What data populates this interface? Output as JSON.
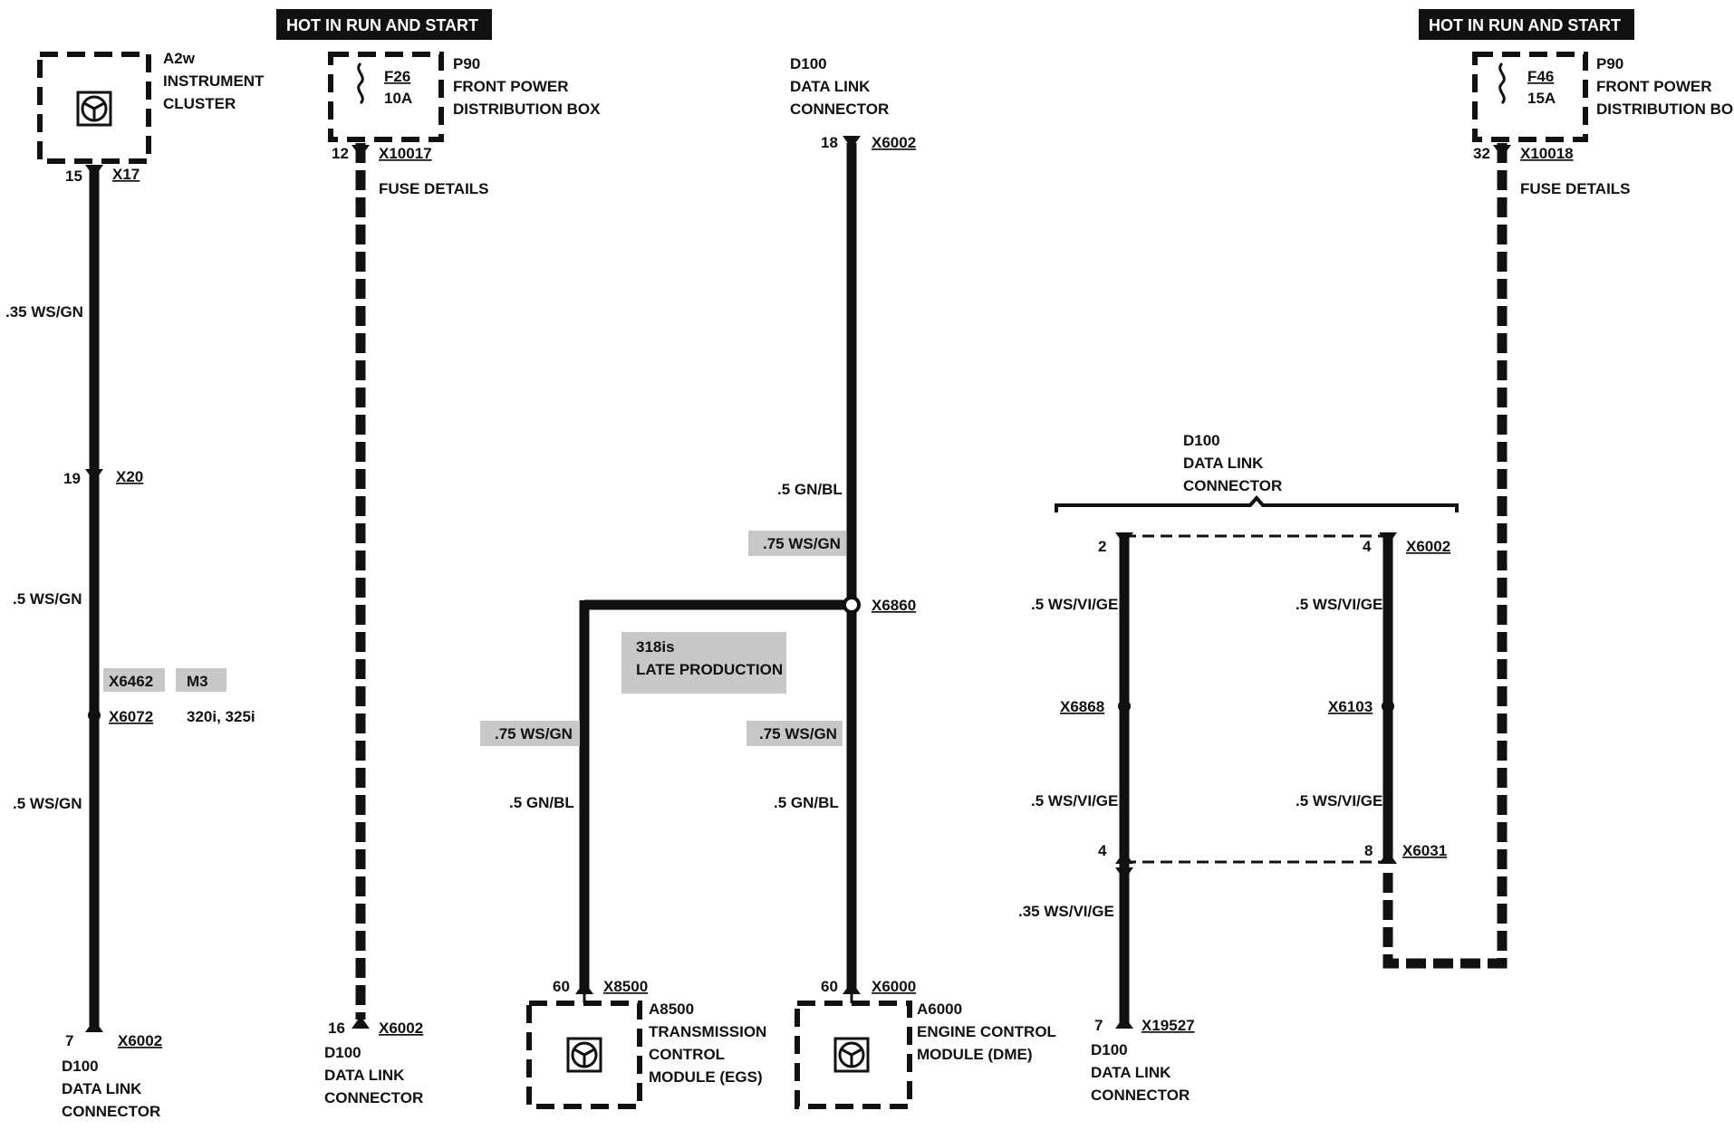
{
  "banners": [
    "HOT IN RUN AND START",
    "HOT IN RUN AND START"
  ],
  "cluster": {
    "id": "A2w",
    "l1": "INSTRUMENT",
    "l2": "CLUSTER",
    "pin_top": "15",
    "conn_top": "X17",
    "wire1": ".35 WS/GN",
    "pin_mid": "19",
    "conn_mid": "X20",
    "wire2": ".5 WS/GN",
    "alt_conn": "X6462",
    "alt_model": "M3",
    "splice": "X6072",
    "models": "320i, 325i",
    "wire3": ".5 WS/GN",
    "pin_bot": "7",
    "conn_bot": "X6002",
    "dl_id": "D100",
    "dl_l1": "DATA LINK",
    "dl_l2": "CONNECTOR"
  },
  "fuse1": {
    "fuse": "F26",
    "amp": "10A",
    "pdb_id": "P90",
    "pdb_l1": "FRONT POWER",
    "pdb_l2": "DISTRIBUTION BOX",
    "pin_top": "12",
    "conn_top": "X10017",
    "details": "FUSE DETAILS",
    "pin_bot": "16",
    "conn_bot": "X6002",
    "dl_id": "D100",
    "dl_l1": "DATA LINK",
    "dl_l2": "CONNECTOR"
  },
  "dlc_mid": {
    "id": "D100",
    "l1": "DATA LINK",
    "l2": "CONNECTOR",
    "pin": "18",
    "conn": "X6002",
    "wire_a": ".5 GN/BL",
    "wire_a_alt": ".75 WS/GN",
    "splice": "X6860",
    "note1": "318is",
    "note2": "LATE PRODUCTION",
    "wire_tcm_alt": ".75 WS/GN",
    "wire_tcm": ".5 GN/BL",
    "wire_ecm_alt": ".75 WS/GN",
    "wire_ecm": ".5 GN/BL"
  },
  "tcm": {
    "pin": "60",
    "conn": "X8500",
    "id": "A8500",
    "l1": "TRANSMISSION",
    "l2": "CONTROL",
    "l3": "MODULE (EGS)"
  },
  "ecm": {
    "pin": "60",
    "conn": "X6000",
    "id": "A6000",
    "l1": "ENGINE CONTROL",
    "l2": "MODULE (DME)"
  },
  "dlc_right": {
    "id": "D100",
    "l1": "DATA LINK",
    "l2": "CONNECTOR",
    "pin2": "2",
    "pin4": "4",
    "conn": "X6002",
    "wire_l1": ".5 WS/VI/GE",
    "wire_r1": ".5 WS/VI/GE",
    "splice_l": "X6868",
    "splice_r": "X6103",
    "wire_l2": ".5 WS/VI/GE",
    "wire_r2": ".5 WS/VI/GE",
    "pin4b": "4",
    "pin8": "8",
    "conn_r": "X6031",
    "wire_out": ".35 WS/VI/GE",
    "pin_bot": "7",
    "conn_bot": "X19527",
    "dl_id": "D100",
    "dl_l1": "DATA LINK",
    "dl_l2": "CONNECTOR"
  },
  "fuse2": {
    "fuse": "F46",
    "amp": "15A",
    "pdb_id": "P90",
    "pdb_l1": "FRONT POWER",
    "pdb_l2": "DISTRIBUTION BOX",
    "pin_top": "32",
    "conn_top": "X10018",
    "details": "FUSE DETAILS"
  }
}
